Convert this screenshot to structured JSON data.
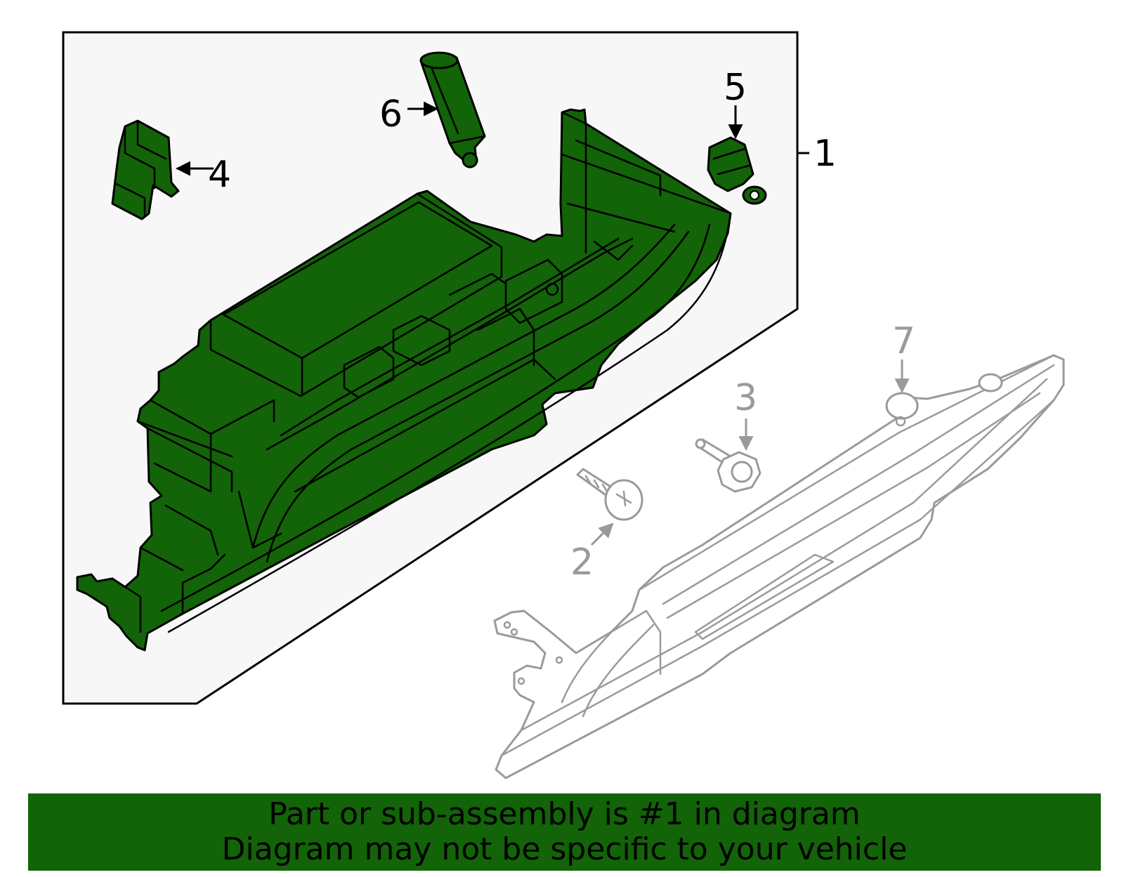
{
  "callouts": {
    "c1": "1",
    "c2": "2",
    "c3": "3",
    "c4": "4",
    "c5": "5",
    "c6": "6",
    "c7": "7"
  },
  "banner": {
    "line1": "Part or sub-assembly is #1 in diagram",
    "line2": "Diagram may not be specific to your vehicle"
  },
  "colors": {
    "highlight_green": "#136308",
    "panel_bg": "#f7f7f7",
    "ghost_grey": "#9a9a9a",
    "outline": "#000000"
  }
}
